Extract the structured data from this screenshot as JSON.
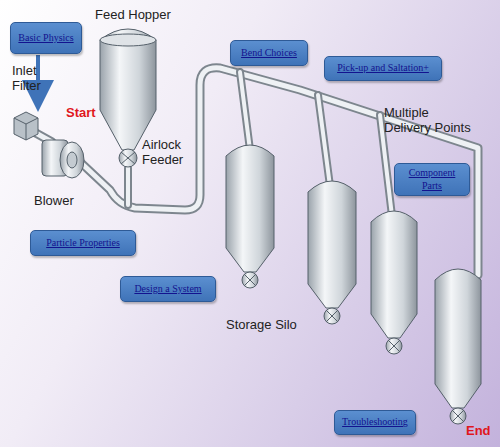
{
  "diagram": {
    "nodes": [
      {
        "text": [
          "Basic Physics"
        ]
      },
      {
        "text": [
          "Bend Choices"
        ]
      },
      {
        "text": [
          "Pick-up and Saltation+"
        ]
      },
      {
        "text": [
          "Component Parts"
        ]
      },
      {
        "text": [
          "Particle Properties"
        ]
      },
      {
        "text": [
          "Design a System"
        ]
      },
      {
        "text": [
          "Troubleshooting"
        ]
      }
    ],
    "labels": [
      "Feed Hopper",
      "Inlet Filter",
      "Start",
      "Airlock Feeder",
      "Multiple Delivery Points",
      "Blower",
      "Storage Silo",
      "End"
    ]
  }
}
